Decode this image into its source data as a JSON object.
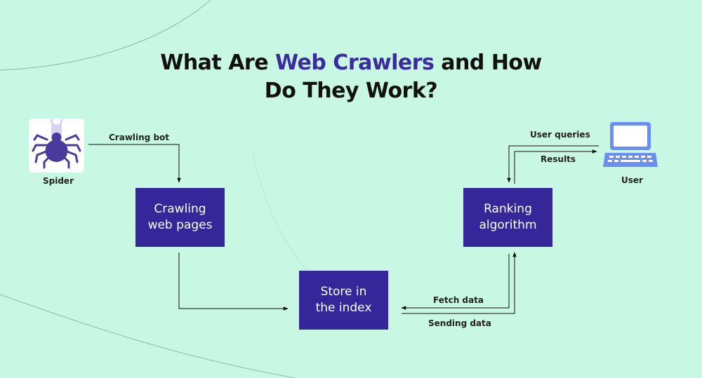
{
  "title": {
    "part1": "What Are ",
    "highlight": "Web Crawlers",
    "part2": " and How",
    "line2": "Do They Work?"
  },
  "nodes": {
    "spider": {
      "label": "Spider",
      "icon": "spider-icon"
    },
    "user": {
      "label": "User",
      "icon": "laptop-icon"
    },
    "crawling": {
      "line1": "Crawling",
      "line2": "web pages"
    },
    "index": {
      "line1": "Store in",
      "line2": "the index"
    },
    "ranking": {
      "line1": "Ranking",
      "line2": "algorithm"
    }
  },
  "edges": {
    "crawling_bot": "Crawling bot",
    "user_queries": "User queries",
    "results": "Results",
    "fetch_data": "Fetch data",
    "sending_data": "Sending data"
  },
  "colors": {
    "background": "#c8f7e3",
    "box": "#35279a",
    "accent": "#3b2b9e",
    "spider": "#4a3a9c",
    "laptop": "#6b8ff0"
  }
}
